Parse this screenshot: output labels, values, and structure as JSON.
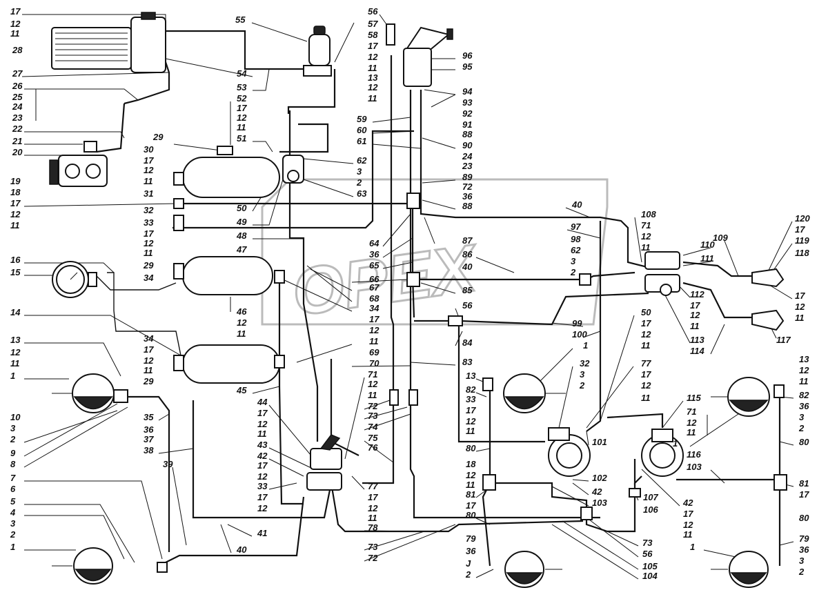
{
  "watermark": "OPEX",
  "labels": [
    [
      "17",
      15,
      21
    ],
    [
      "12",
      15,
      39
    ],
    [
      "11",
      15,
      53
    ],
    [
      "28",
      18,
      77
    ],
    [
      "27",
      18,
      111
    ],
    [
      "26",
      18,
      129
    ],
    [
      "25",
      18,
      145
    ],
    [
      "24",
      18,
      159
    ],
    [
      "23",
      18,
      175
    ],
    [
      "22",
      18,
      191
    ],
    [
      "21",
      18,
      209
    ],
    [
      "20",
      18,
      225
    ],
    [
      "19",
      15,
      267
    ],
    [
      "18",
      15,
      283
    ],
    [
      "17",
      15,
      299
    ],
    [
      "12",
      15,
      315
    ],
    [
      "11",
      15,
      331
    ],
    [
      "16",
      15,
      381
    ],
    [
      "15",
      15,
      399
    ],
    [
      "14",
      15,
      457
    ],
    [
      "13",
      15,
      497
    ],
    [
      "12",
      15,
      515
    ],
    [
      "11",
      15,
      531
    ],
    [
      "1",
      15,
      549
    ],
    [
      "10",
      15,
      609
    ],
    [
      "3",
      15,
      625
    ],
    [
      "2",
      15,
      641
    ],
    [
      "9",
      15,
      661
    ],
    [
      "8",
      15,
      677
    ],
    [
      "7",
      15,
      697
    ],
    [
      "6",
      15,
      713
    ],
    [
      "5",
      15,
      731
    ],
    [
      "4",
      15,
      747
    ],
    [
      "3",
      15,
      763
    ],
    [
      "2",
      15,
      779
    ],
    [
      "1",
      15,
      797
    ],
    [
      "55",
      341,
      33
    ],
    [
      "56",
      533,
      21
    ],
    [
      "57",
      533,
      39
    ],
    [
      "58",
      533,
      55
    ],
    [
      "17",
      533,
      71
    ],
    [
      "12",
      533,
      87
    ],
    [
      "11",
      533,
      103
    ],
    [
      "13",
      533,
      117
    ],
    [
      "12",
      533,
      131
    ],
    [
      "11",
      533,
      147
    ],
    [
      "54",
      343,
      111
    ],
    [
      "53",
      343,
      131
    ],
    [
      "52",
      343,
      147
    ],
    [
      "17",
      343,
      161
    ],
    [
      "12",
      343,
      175
    ],
    [
      "11",
      343,
      189
    ],
    [
      "51",
      343,
      205
    ],
    [
      "29",
      222,
      203
    ],
    [
      "30",
      208,
      221
    ],
    [
      "17",
      208,
      237
    ],
    [
      "12",
      208,
      251
    ],
    [
      "11",
      208,
      267
    ],
    [
      "31",
      208,
      285
    ],
    [
      "32",
      208,
      309
    ],
    [
      "33",
      208,
      327
    ],
    [
      "17",
      208,
      343
    ],
    [
      "12",
      208,
      357
    ],
    [
      "11",
      208,
      371
    ],
    [
      "29",
      208,
      389
    ],
    [
      "34",
      208,
      407
    ],
    [
      "50",
      343,
      306
    ],
    [
      "49",
      343,
      326
    ],
    [
      "48",
      343,
      346
    ],
    [
      "47",
      343,
      366
    ],
    [
      "46",
      343,
      456
    ],
    [
      "12",
      343,
      472
    ],
    [
      "11",
      343,
      488
    ],
    [
      "34",
      208,
      495
    ],
    [
      "17",
      208,
      511
    ],
    [
      "12",
      208,
      527
    ],
    [
      "11",
      208,
      541
    ],
    [
      "29",
      208,
      557
    ],
    [
      "45",
      343,
      570
    ],
    [
      "96",
      670,
      85
    ],
    [
      "95",
      670,
      101
    ],
    [
      "94",
      670,
      137
    ],
    [
      "93",
      670,
      153
    ],
    [
      "92",
      670,
      169
    ],
    [
      "91",
      670,
      185
    ],
    [
      "88",
      670,
      199
    ],
    [
      "90",
      670,
      215
    ],
    [
      "24",
      670,
      231
    ],
    [
      "23",
      670,
      245
    ],
    [
      "89",
      670,
      261
    ],
    [
      "72",
      670,
      275
    ],
    [
      "36",
      670,
      289
    ],
    [
      "88",
      670,
      303
    ],
    [
      "59",
      517,
      177
    ],
    [
      "60",
      517,
      193
    ],
    [
      "61",
      517,
      209
    ],
    [
      "62",
      517,
      237
    ],
    [
      "3",
      517,
      253
    ],
    [
      "2",
      517,
      269
    ],
    [
      "63",
      517,
      285
    ],
    [
      "40",
      829,
      301
    ],
    [
      "108",
      929,
      315
    ],
    [
      "71",
      929,
      331
    ],
    [
      "12",
      929,
      347
    ],
    [
      "11",
      929,
      363
    ],
    [
      "97",
      827,
      333
    ],
    [
      "87",
      670,
      353
    ],
    [
      "98",
      827,
      351
    ],
    [
      "62",
      827,
      367
    ],
    [
      "3",
      827,
      383
    ],
    [
      "2",
      827,
      399
    ],
    [
      "64",
      535,
      357
    ],
    [
      "36",
      535,
      373
    ],
    [
      "65",
      535,
      389
    ],
    [
      "66",
      535,
      409
    ],
    [
      "67",
      535,
      421
    ],
    [
      "68",
      535,
      437
    ],
    [
      "34",
      535,
      451
    ],
    [
      "17",
      535,
      467
    ],
    [
      "12",
      535,
      483
    ],
    [
      "11",
      535,
      499
    ],
    [
      "69",
      535,
      515
    ],
    [
      "70",
      535,
      531
    ],
    [
      "86",
      670,
      373
    ],
    [
      "40",
      670,
      391
    ],
    [
      "85",
      670,
      425
    ],
    [
      "56",
      670,
      447
    ],
    [
      "84",
      670,
      501
    ],
    [
      "83",
      670,
      529
    ],
    [
      "110",
      1015,
      359
    ],
    [
      "111",
      1015,
      379
    ],
    [
      "112",
      1000,
      431
    ],
    [
      "17",
      1000,
      447
    ],
    [
      "12",
      1000,
      461
    ],
    [
      "11",
      1000,
      477
    ],
    [
      "113",
      1000,
      497
    ],
    [
      "114",
      1000,
      513
    ],
    [
      "50",
      929,
      457
    ],
    [
      "17",
      929,
      473
    ],
    [
      "12",
      929,
      489
    ],
    [
      "11",
      929,
      505
    ],
    [
      "99",
      829,
      473
    ],
    [
      "100",
      829,
      489
    ],
    [
      "109",
      1033,
      349
    ],
    [
      "120",
      1152,
      321
    ],
    [
      "17",
      1152,
      337
    ],
    [
      "119",
      1152,
      353
    ],
    [
      "118",
      1152,
      371
    ],
    [
      "17",
      1152,
      433
    ],
    [
      "12",
      1152,
      449
    ],
    [
      "11",
      1152,
      465
    ],
    [
      "117",
      1125,
      497
    ],
    [
      "13",
      1158,
      525
    ],
    [
      "12",
      1158,
      541
    ],
    [
      "11",
      1158,
      557
    ],
    [
      "82",
      1158,
      577
    ],
    [
      "36",
      1158,
      593
    ],
    [
      "3",
      1158,
      609
    ],
    [
      "2",
      1158,
      625
    ],
    [
      "80",
      1158,
      645
    ],
    [
      "81",
      1158,
      705
    ],
    [
      "17",
      1158,
      721
    ],
    [
      "80",
      1158,
      755
    ],
    [
      "79",
      1158,
      785
    ],
    [
      "36",
      1158,
      801
    ],
    [
      "3",
      1158,
      817
    ],
    [
      "2",
      1158,
      833
    ],
    [
      "1",
      1000,
      797
    ],
    [
      "1",
      845,
      505
    ],
    [
      "32",
      840,
      531
    ],
    [
      "3",
      840,
      547
    ],
    [
      "2",
      840,
      563
    ],
    [
      "77",
      929,
      531
    ],
    [
      "17",
      929,
      547
    ],
    [
      "12",
      929,
      563
    ],
    [
      "11",
      929,
      581
    ],
    [
      "115",
      995,
      581
    ],
    [
      "71",
      995,
      601
    ],
    [
      "12",
      995,
      617
    ],
    [
      "11",
      995,
      631
    ],
    [
      "1",
      975,
      647
    ],
    [
      "116",
      995,
      663
    ],
    [
      "103",
      995,
      681
    ],
    [
      "101",
      858,
      645
    ],
    [
      "102",
      858,
      697
    ],
    [
      "42",
      858,
      717
    ],
    [
      "103",
      858,
      733
    ],
    [
      "13",
      675,
      549
    ],
    [
      "82",
      675,
      569
    ],
    [
      "33",
      675,
      583
    ],
    [
      "17",
      675,
      599
    ],
    [
      "12",
      675,
      615
    ],
    [
      "11",
      675,
      629
    ],
    [
      "80",
      675,
      654
    ],
    [
      "18",
      675,
      677
    ],
    [
      "12",
      675,
      693
    ],
    [
      "11",
      675,
      707
    ],
    [
      "81",
      675,
      721
    ],
    [
      "17",
      675,
      737
    ],
    [
      "80",
      675,
      751
    ],
    [
      "79",
      675,
      785
    ],
    [
      "36",
      675,
      803
    ],
    [
      "J",
      675,
      821
    ],
    [
      "2",
      675,
      837
    ],
    [
      "42",
      990,
      733
    ],
    [
      "17",
      990,
      749
    ],
    [
      "12",
      990,
      765
    ],
    [
      "11",
      990,
      779
    ],
    [
      "107",
      932,
      725
    ],
    [
      "106",
      932,
      743
    ],
    [
      "73",
      931,
      791
    ],
    [
      "56",
      931,
      807
    ],
    [
      "105",
      931,
      825
    ],
    [
      "104",
      931,
      839
    ],
    [
      "44",
      373,
      587
    ],
    [
      "17",
      373,
      603
    ],
    [
      "12",
      373,
      619
    ],
    [
      "11",
      373,
      633
    ],
    [
      "43",
      373,
      649
    ],
    [
      "42",
      373,
      665
    ],
    [
      "17",
      373,
      679
    ],
    [
      "12",
      373,
      695
    ],
    [
      "33",
      373,
      709
    ],
    [
      "17",
      373,
      725
    ],
    [
      "12",
      373,
      741
    ],
    [
      "71",
      533,
      547
    ],
    [
      "12",
      533,
      561
    ],
    [
      "11",
      533,
      577
    ],
    [
      "72",
      533,
      593
    ],
    [
      "73",
      533,
      607
    ],
    [
      "74",
      533,
      623
    ],
    [
      "75",
      533,
      639
    ],
    [
      "76",
      533,
      653
    ],
    [
      "77",
      533,
      709
    ],
    [
      "17",
      533,
      725
    ],
    [
      "12",
      533,
      741
    ],
    [
      "11",
      533,
      755
    ],
    [
      "78",
      533,
      769
    ],
    [
      "35",
      208,
      609
    ],
    [
      "36",
      208,
      627
    ],
    [
      "37",
      208,
      641
    ],
    [
      "38",
      208,
      657
    ],
    [
      "39",
      236,
      677
    ],
    [
      "41",
      373,
      777
    ],
    [
      "40",
      343,
      801
    ],
    [
      "73",
      533,
      797
    ],
    [
      "72",
      533,
      813
    ]
  ]
}
